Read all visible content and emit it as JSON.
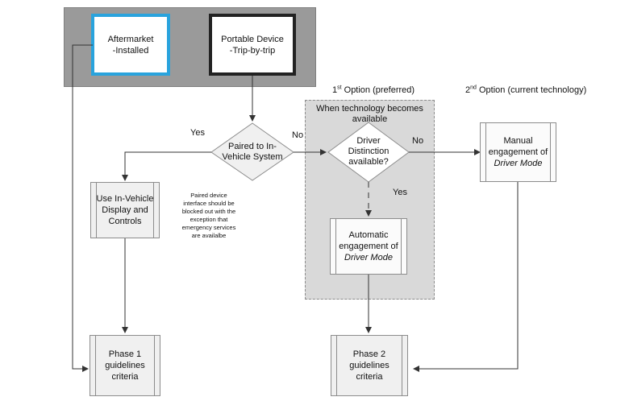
{
  "devices": {
    "aftermarket": {
      "line1": "Aftermarket",
      "line2": "-Installed"
    },
    "portable": {
      "line1": "Portable Device",
      "line2": "-Trip-by-trip"
    }
  },
  "decisions": {
    "paired": {
      "line1": "Paired to In-",
      "line2": "Vehicle System"
    },
    "distinction": {
      "line1": "Driver",
      "line2": "Distinction",
      "line3": "available?"
    }
  },
  "edge_labels": {
    "paired_yes": "Yes",
    "paired_no": "No",
    "distinction_no": "No",
    "distinction_yes": "Yes"
  },
  "options": {
    "first": {
      "ordinal": "1",
      "sup": "st",
      "rest": " Option (preferred)"
    },
    "second": {
      "ordinal": "2",
      "sup": "nd",
      "rest": " Option (current technology)"
    },
    "when_available": {
      "line1": "When technology becomes",
      "line2": "available"
    }
  },
  "processes": {
    "in_vehicle": {
      "line1": "Use In-Vehicle",
      "line2": "Display and",
      "line3": "Controls"
    },
    "automatic": {
      "line1": "Automatic",
      "line2": "engagement of",
      "line3": "Driver Mode"
    },
    "manual": {
      "line1": "Manual",
      "line2": "engagement of",
      "line3": "Driver Mode"
    },
    "phase1": {
      "line1": "Phase 1",
      "line2": "guidelines",
      "line3": "criteria"
    },
    "phase2": {
      "line1": "Phase 2",
      "line2": "guidelines",
      "line3": "criteria"
    }
  },
  "note": {
    "line1": "Paired device",
    "line2": "interface should be",
    "line3": "blocked out with the",
    "line4": "exception that",
    "line5": "emergency services",
    "line6": "are availalbe"
  }
}
